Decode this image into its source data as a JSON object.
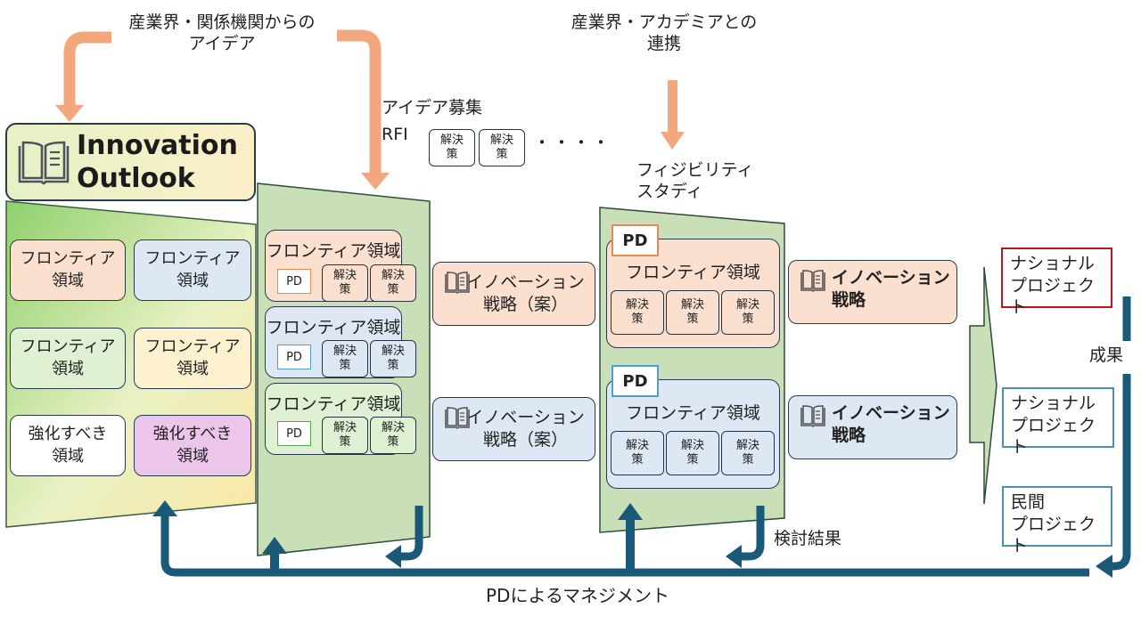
{
  "top_labels": {
    "industry_ideas_line1": "産業界・関係機関からの",
    "industry_ideas_line2": "アイデア",
    "academia_line1": "産業界・アカデミアとの",
    "academia_line2": "連携",
    "idea_call": "アイデア募集",
    "rfi": "RFI",
    "ellipsis": "・・・・",
    "feasibility_line1": "フィジビリティ",
    "feasibility_line2": "スタディ"
  },
  "outlook": {
    "title_line1": "Innovation",
    "title_line2": "Outlook",
    "domains": [
      {
        "line1": "フロンティア",
        "line2": "領域"
      },
      {
        "line1": "フロンティア",
        "line2": "領域"
      },
      {
        "line1": "フロンティア",
        "line2": "領域"
      },
      {
        "line1": "フロンティア",
        "line2": "領域"
      },
      {
        "line1": "強化すべき",
        "line2": "領域"
      },
      {
        "line1": "強化すべき",
        "line2": "領域"
      }
    ]
  },
  "solution": {
    "line1": "解決",
    "line2": "策"
  },
  "rfi_groups": [
    {
      "title": "フロンティア領域",
      "pd": "PD"
    },
    {
      "title": "フロンティア領域",
      "pd": "PD"
    },
    {
      "title": "フロンティア領域",
      "pd": "PD"
    }
  ],
  "draft_strategies": [
    {
      "line1": "イノベーション",
      "line2": "戦略（案）"
    },
    {
      "line1": "イノベーション",
      "line2": "戦略（案）"
    }
  ],
  "fs_groups": [
    {
      "title": "フロンティア領域",
      "pd": "PD"
    },
    {
      "title": "フロンティア領域",
      "pd": "PD"
    }
  ],
  "strategies": [
    {
      "line1": "イノベーション",
      "line2": "戦略"
    },
    {
      "line1": "イノベーション",
      "line2": "戦略"
    }
  ],
  "projects": [
    {
      "line1": "ナショナル",
      "line2": "プロジェクト"
    },
    {
      "line1": "ナショナル",
      "line2": "プロジェクト"
    },
    {
      "line1": "民間",
      "line2": "プロジェクト"
    }
  ],
  "result_label": "成果",
  "review_label": "検討結果",
  "pd_management": "PDによるマネジメント",
  "colors": {
    "arrow_salmon": "#f2a77d",
    "feedback_navy": "#1a5a78",
    "panel_green": "#c8dfb8",
    "orange_fill": "#fbe0d0",
    "blue_fill": "#dde8f4",
    "green_fill": "#dff0d3",
    "yellow_fill": "#fdf1cf",
    "purple_fill": "#ecc6ea",
    "red_border": "#c0121e",
    "blue_border": "#4e8fb6"
  }
}
